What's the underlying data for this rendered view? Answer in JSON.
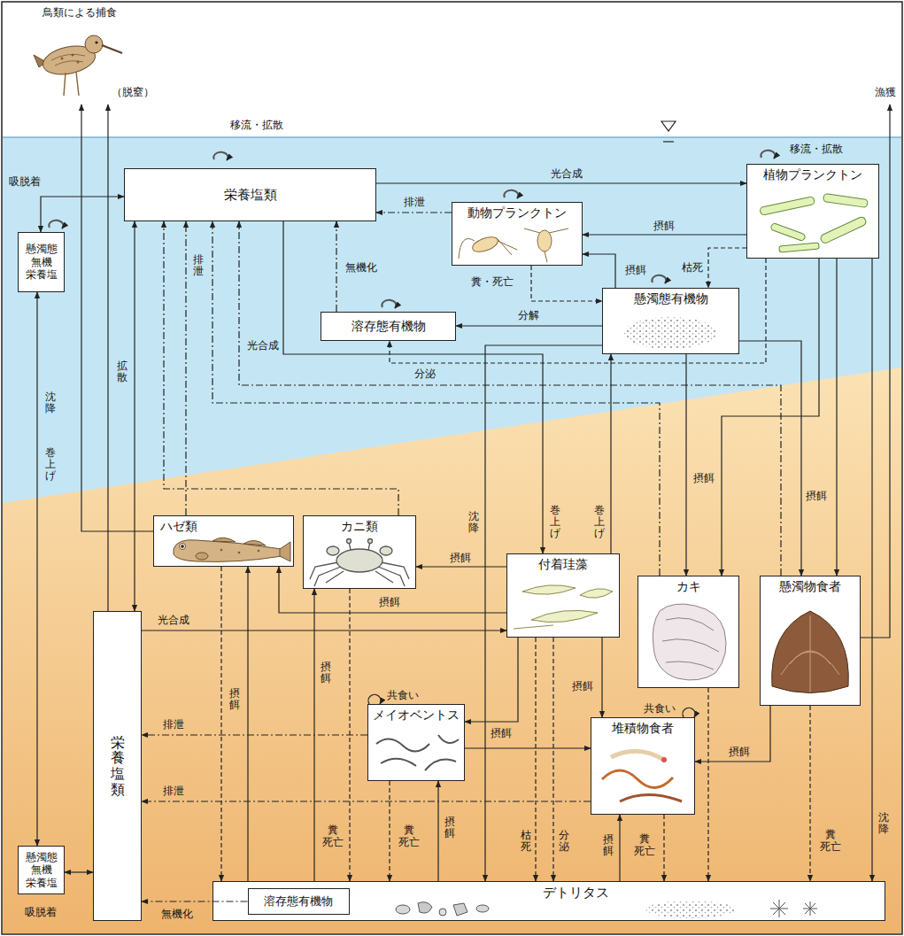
{
  "diagram": {
    "nodes": [
      {
        "text": [
          "栄養塩類"
        ]
      },
      {
        "text": [
          "植物プランクトン"
        ]
      },
      {
        "text": [
          "動物プランクトン"
        ]
      },
      {
        "text": [
          "懸濁態 無機 栄養塩"
        ]
      },
      {
        "text": [
          "懸濁態有機物"
        ]
      },
      {
        "text": [
          "溶存態有機物"
        ]
      },
      {
        "text": [
          "ハゼ類"
        ]
      },
      {
        "text": [
          "カニ類"
        ]
      },
      {
        "text": [
          "付着珪藻"
        ]
      },
      {
        "text": [
          "カキ"
        ]
      },
      {
        "text": [
          "懸濁物食者"
        ]
      },
      {
        "text": [
          "栄養塩類"
        ]
      },
      {
        "text": [
          "メイオベントス"
        ]
      },
      {
        "text": [
          "堆積物食者"
        ]
      },
      {
        "text": [
          "懸濁態 無機 栄養塩"
        ]
      },
      {
        "text": [
          "デトリタス"
        ]
      },
      {
        "text": [
          "溶存態有機物"
        ],
        "in": 15
      }
    ],
    "edges": [
      {
        "from": 0,
        "to": 1,
        "label": "光合成",
        "arrow": "to"
      },
      {
        "from": 2,
        "to": 0,
        "label": "排泄",
        "arrow": "to"
      },
      {
        "from": 1,
        "to": 2,
        "label": "摂餌",
        "arrow": "to"
      },
      {
        "from": 4,
        "to": 2,
        "label": "摂餌",
        "arrow": "to"
      },
      {
        "from": 2,
        "to": 4,
        "label": "糞・死亡",
        "arrow": "to"
      },
      {
        "from": 1,
        "to": 4,
        "label": "枯死",
        "arrow": "to"
      },
      {
        "from": 4,
        "to": 5,
        "label": "分解",
        "arrow": "to"
      },
      {
        "from": 5,
        "to": 0,
        "label": "無機化",
        "arrow": "to"
      },
      {
        "from": 1,
        "to": 5,
        "label": "分泌",
        "arrow": "to"
      },
      {
        "from": 3,
        "to": 0,
        "label": "吸脱着",
        "arrow": "both"
      },
      {
        "from": 3,
        "to": 14,
        "label": "巻上げ",
        "arrow": "both"
      },
      {
        "from": 0,
        "to": 11,
        "label": "拡散",
        "arrow": "both"
      },
      {
        "from": 14,
        "to": 11,
        "label": "吸脱着",
        "arrow": "both"
      },
      {
        "from": 16,
        "to": 11,
        "label": "無機化",
        "arrow": "to"
      },
      {
        "from": 6,
        "to": 0,
        "label": "排泄",
        "arrow": "to"
      },
      {
        "from": 7,
        "to": 0,
        "arrow": "to"
      },
      {
        "from": 9,
        "to": 0,
        "arrow": "to"
      },
      {
        "from": 10,
        "to": 0,
        "arrow": "to"
      },
      {
        "from": 0,
        "to": 8,
        "label": "光合成",
        "arrow": "to"
      },
      {
        "from": 4,
        "to": 15,
        "label": "沈降",
        "arrow": "to"
      },
      {
        "from": 8,
        "to": 4,
        "label": "巻上げ",
        "arrow": "to"
      },
      {
        "from": 8,
        "to": 7,
        "label": "摂餌",
        "arrow": "to"
      },
      {
        "from": 8,
        "to": 6,
        "label": "摂餌",
        "arrow": "to"
      },
      {
        "from": 11,
        "to": 8,
        "label": "光合成",
        "arrow": "to"
      },
      {
        "from": 8,
        "to": 12,
        "label": "摂餌",
        "arrow": "to"
      },
      {
        "from": 8,
        "to": 13,
        "label": "摂餌",
        "arrow": "to"
      },
      {
        "from": 8,
        "to": 15,
        "label": "枯死",
        "arrow": "to"
      },
      {
        "from": 8,
        "to": 15,
        "label": "分泌",
        "arrow": "to"
      },
      {
        "from": 12,
        "to": 13,
        "arrow": "to"
      },
      {
        "from": 15,
        "to": 12,
        "label": "摂餌",
        "arrow": "to"
      },
      {
        "from": 15,
        "to": 13,
        "label": "摂餌",
        "arrow": "to"
      },
      {
        "from": 15,
        "to": 7,
        "label": "摂餌",
        "arrow": "to"
      },
      {
        "from": 15,
        "to": 6,
        "label": "摂餌",
        "arrow": "to"
      },
      {
        "from": 6,
        "to": 15,
        "arrow": "to"
      },
      {
        "from": 7,
        "to": 15,
        "label": "糞 死亡",
        "arrow": "to"
      },
      {
        "from": 12,
        "to": 15,
        "label": "糞 死亡",
        "arrow": "to"
      },
      {
        "from": 12,
        "to": 11,
        "label": "排泄",
        "arrow": "to"
      },
      {
        "from": 13,
        "to": 11,
        "label": "排泄",
        "arrow": "to"
      },
      {
        "from": 13,
        "to": 15,
        "label": "糞 死亡",
        "arrow": "to"
      },
      {
        "from": 9,
        "to": 15,
        "arrow": "to"
      },
      {
        "from": 10,
        "to": 15,
        "label": "糞 死亡",
        "arrow": "to"
      },
      {
        "from": 10,
        "to": 13,
        "label": "摂餌",
        "arrow": "to"
      },
      {
        "from": 4,
        "to": 9,
        "label": "摂餌",
        "arrow": "to"
      },
      {
        "from": 1,
        "to": 9,
        "arrow": "to"
      },
      {
        "from": 4,
        "to": 10,
        "label": "摂餌",
        "arrow": "to"
      },
      {
        "from": 1,
        "to": 10,
        "arrow": "to"
      },
      {
        "from": 1,
        "to": 15,
        "label": "沈降",
        "arrow": "to"
      }
    ],
    "labels": [
      "鳥類による捕食",
      "（脱窒）",
      "漁獲",
      "移流・拡散",
      "移流・拡散",
      "沈降",
      "巻上げ",
      "共食い",
      "共食い"
    ]
  }
}
